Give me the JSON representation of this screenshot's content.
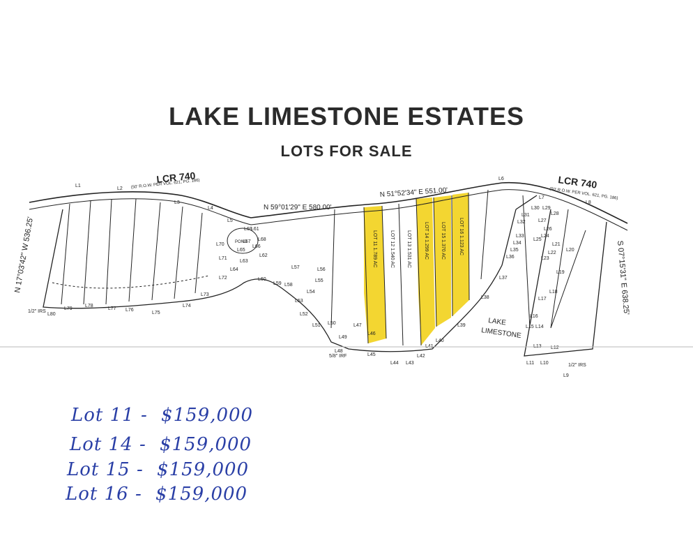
{
  "title": "LAKE LIMESTONE ESTATES",
  "subtitle": "LOTS FOR SALE",
  "colors": {
    "highlight": "#f2d21b",
    "ink": "#222222",
    "handwriting": "#2a3fa6"
  },
  "map": {
    "road_left": "LCR 740",
    "road_left_note": "(50' R.O.W. PER VOL. 621, PG. 186)",
    "road_right": "LCR 740",
    "road_right_note": "(50' R.O.W. PER VOL. 621, PG. 186)",
    "bearing_top_left": "N 59°01'29\" E 580.00'",
    "bearing_top_right": "N 51°52'34\" E 551.00'",
    "bearing_left_side": "N 17°03'42\" W 536.25'",
    "bearing_right_side": "S 07°15'31\" E 638.25'",
    "lake_label_1": "LAKE",
    "lake_label_2": "LIMESTONE",
    "pond_label": "POND",
    "irs_label": "1/2\" IRS",
    "irf_label": "5/8\" IRF",
    "line_labels": [
      "L1",
      "L2",
      "L3",
      "L4",
      "L5",
      "L6",
      "L7",
      "L8",
      "L9",
      "L10",
      "L11",
      "L12",
      "L13",
      "L14",
      "L15",
      "L16",
      "L17",
      "L18",
      "L19",
      "L20",
      "L21",
      "L22",
      "L23",
      "L24",
      "L25",
      "L26",
      "L27",
      "L28",
      "L29",
      "L30",
      "L31",
      "L32",
      "L33",
      "L34",
      "L35",
      "L36",
      "L37",
      "L38",
      "L39",
      "L40",
      "L41",
      "L42",
      "L43",
      "L44",
      "L45",
      "L46",
      "L47",
      "L48",
      "L49",
      "L50",
      "L51",
      "L52",
      "L53",
      "L54",
      "L55",
      "L56",
      "L57",
      "L58",
      "L59",
      "L60",
      "L61",
      "L62",
      "L63",
      "L64",
      "L65",
      "L66",
      "L67",
      "L68",
      "L69",
      "L70",
      "L71",
      "L72",
      "L73",
      "L74",
      "L75",
      "L76",
      "L77",
      "L78",
      "L79",
      "L80"
    ],
    "lots": [
      {
        "name": "LOT 11",
        "acres": "1.789 AC",
        "highlighted": true
      },
      {
        "name": "LOT 12",
        "acres": "1.540 AC",
        "highlighted": false
      },
      {
        "name": "LOT 13",
        "acres": "1.531 AC",
        "highlighted": false
      },
      {
        "name": "LOT 14",
        "acres": "1.299 AC",
        "highlighted": true
      },
      {
        "name": "LOT 15",
        "acres": "1.370 AC",
        "highlighted": true
      },
      {
        "name": "LOT 16",
        "acres": "1.123 AC",
        "highlighted": true
      }
    ]
  },
  "handwritten_prices": [
    {
      "lot": "Lot 11 -",
      "price": "$159,000"
    },
    {
      "lot": "Lot 14 -",
      "price": "$159,000"
    },
    {
      "lot": "Lot 15 -",
      "price": "$159,000"
    },
    {
      "lot": "Lot 16 -",
      "price": "$159,000"
    }
  ]
}
